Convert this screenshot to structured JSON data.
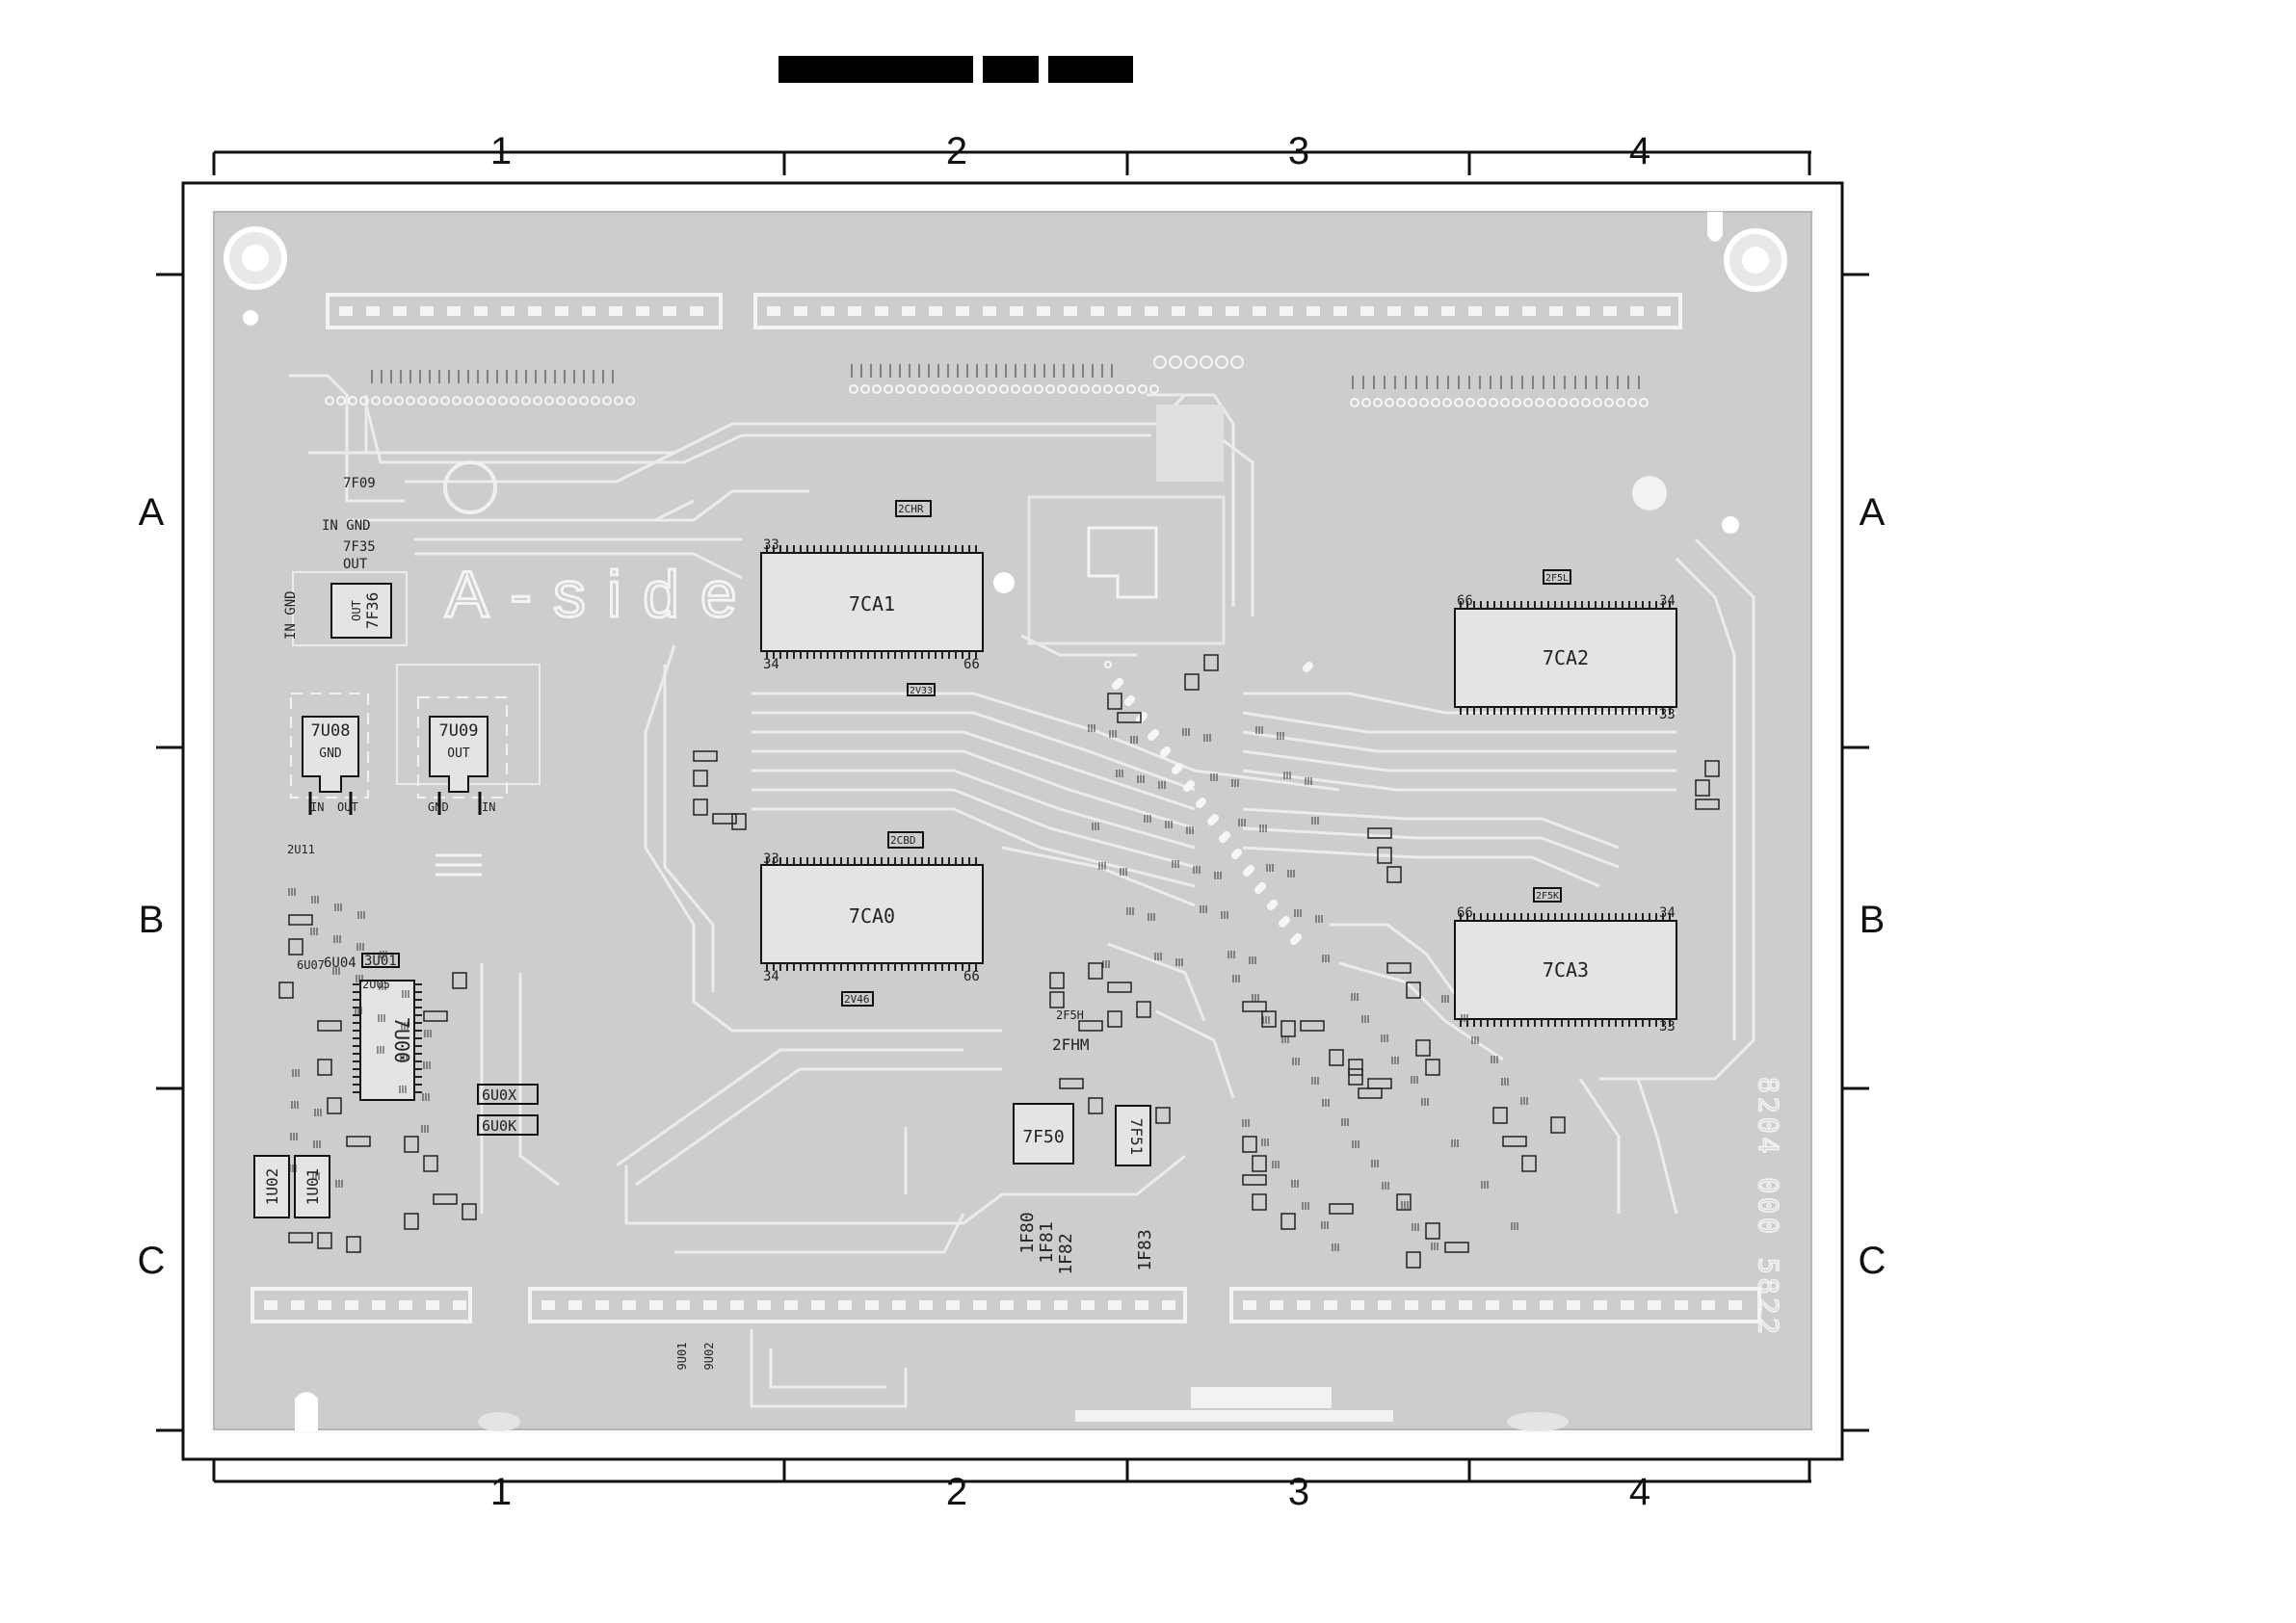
{
  "header": {
    "title_blocks": [
      "black-bar-1",
      "black-bar-2",
      "black-bar-3"
    ]
  },
  "grid": {
    "columns": [
      "1",
      "2",
      "3",
      "4"
    ],
    "rows": [
      "A",
      "B",
      "C"
    ]
  },
  "board": {
    "side_label": "A-side",
    "part_number": "8204 000 5822"
  },
  "ics": {
    "ic_7ca1": {
      "ref": "7CA1",
      "pin_tl": "33",
      "pin_bl": "34",
      "pin_br": "66"
    },
    "ic_7ca0": {
      "ref": "7CA0",
      "pin_tl": "33",
      "pin_bl": "34",
      "pin_br": "66"
    },
    "ic_7ca2": {
      "ref": "7CA2",
      "pin_tl": "66",
      "pin_tr": "34",
      "pin_br": "33"
    },
    "ic_7ca3": {
      "ref": "7CA3",
      "pin_tl": "66",
      "pin_tr": "34",
      "pin_br": "33"
    },
    "ic_7u00": {
      "ref": "7U00"
    },
    "ic_7f50": {
      "ref": "7F50"
    },
    "ic_7f51": {
      "ref": "7F51"
    }
  },
  "regulators": {
    "reg_7u08": {
      "ref": "7U08",
      "pin": "GND",
      "pins_bottom": [
        "IN",
        "OUT"
      ]
    },
    "reg_7u09": {
      "ref": "7U09",
      "pin": "OUT",
      "pins_bottom": [
        "GND",
        "IN"
      ]
    },
    "reg_7f36": {
      "ref": "7F36",
      "pin": "OUT",
      "side": "IN GND"
    },
    "reg_7f35": {
      "ref": "7F35",
      "labels": [
        "IN GND",
        "OUT"
      ]
    }
  },
  "components": {
    "c_1u02": "1U02",
    "c_1u01": "1U01",
    "c_3u01": "3U01",
    "c_6u04": "6U04",
    "c_6u07": "6U07",
    "c_6u0x": "6U0X",
    "c_6u0k": "6U0K",
    "c_2u05": "2U05",
    "c_2u11": "2U11",
    "c_2chr": "2CHR",
    "c_2cbd": "2CBD",
    "c_2fhm": "2FHM",
    "c_2f5k": "2F5K",
    "c_2f5l": "2F5L",
    "c_2v46": "2V46",
    "c_2v33": "2V33",
    "c_7f09": "7F09",
    "c_1f80": "1F80",
    "c_1f81": "1F81",
    "c_1f82": "1F82",
    "c_1f83": "1F83",
    "c_9u01": "9U01",
    "c_9u02": "9U02",
    "c_2f5h": "2F5H"
  },
  "colors": {
    "board": "#cccccc",
    "trace": "#ebebeb",
    "outline": "#111111",
    "ic_fill": "#e4e4e4",
    "silk": "#111111"
  }
}
